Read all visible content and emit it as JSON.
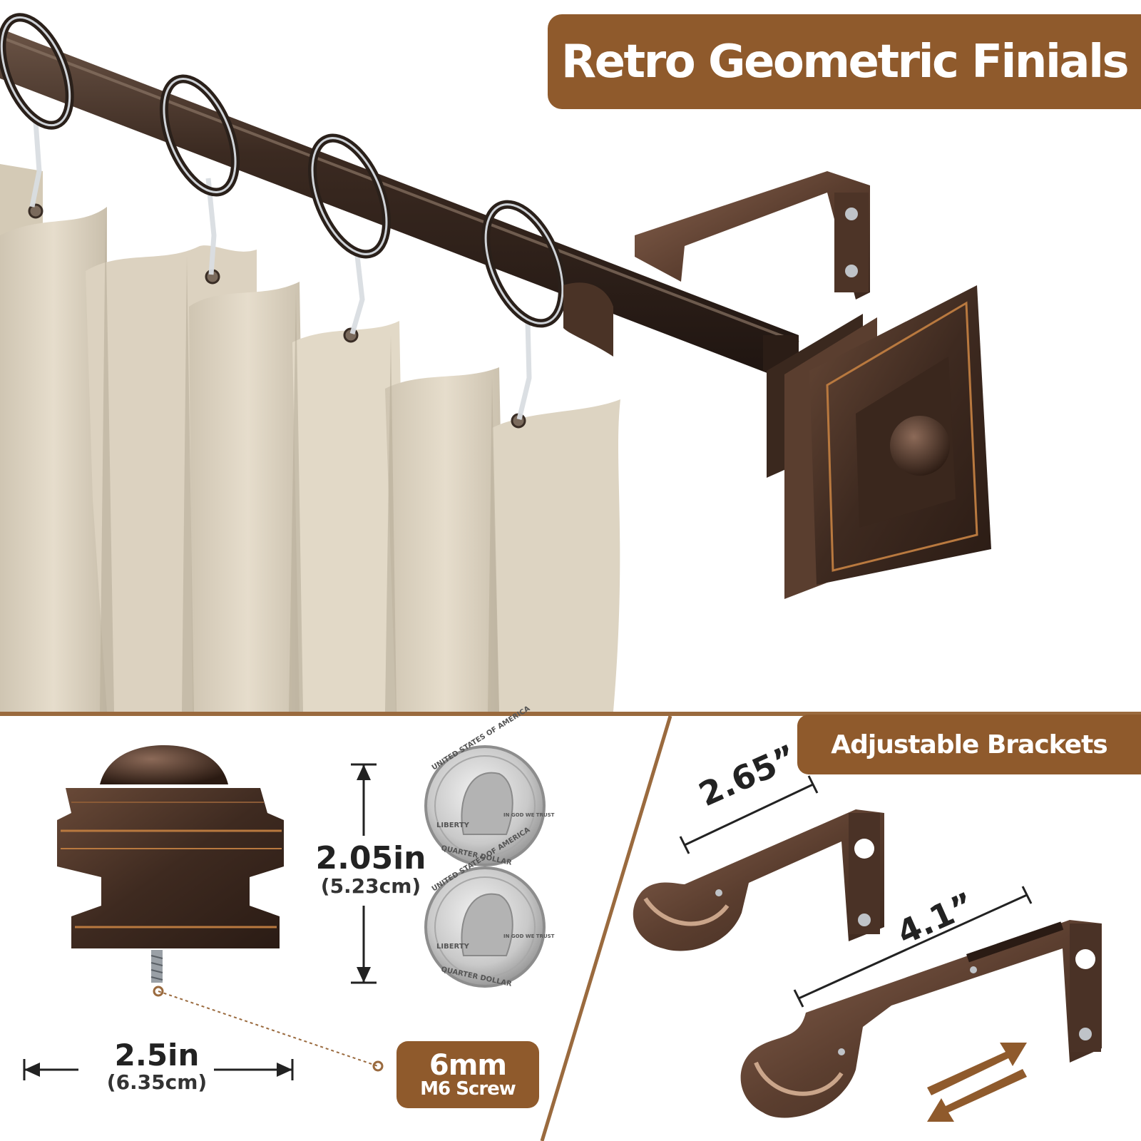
{
  "title_badge": "Retro Geometric Finials",
  "brackets_badge": "Adjustable Brackets",
  "finial_height": {
    "value": "2.05in",
    "metric": "(5.23cm)"
  },
  "finial_width": {
    "value": "2.5in",
    "metric": "(6.35cm)"
  },
  "screw": {
    "size": "6mm",
    "label": "M6 Screw"
  },
  "bracket_short": "2.65”",
  "bracket_long": "4.1”",
  "coin": {
    "top": "UNITED STATES OF AMERICA",
    "bottom": "QUARTER DOLLAR",
    "liberty": "LIBERTY",
    "motto": "IN GOD WE TRUST"
  },
  "colors": {
    "accent": "#8f5a2c",
    "bronze": "#4a3326",
    "linen": "#ddd4c2",
    "divider": "#9a6a3e"
  }
}
